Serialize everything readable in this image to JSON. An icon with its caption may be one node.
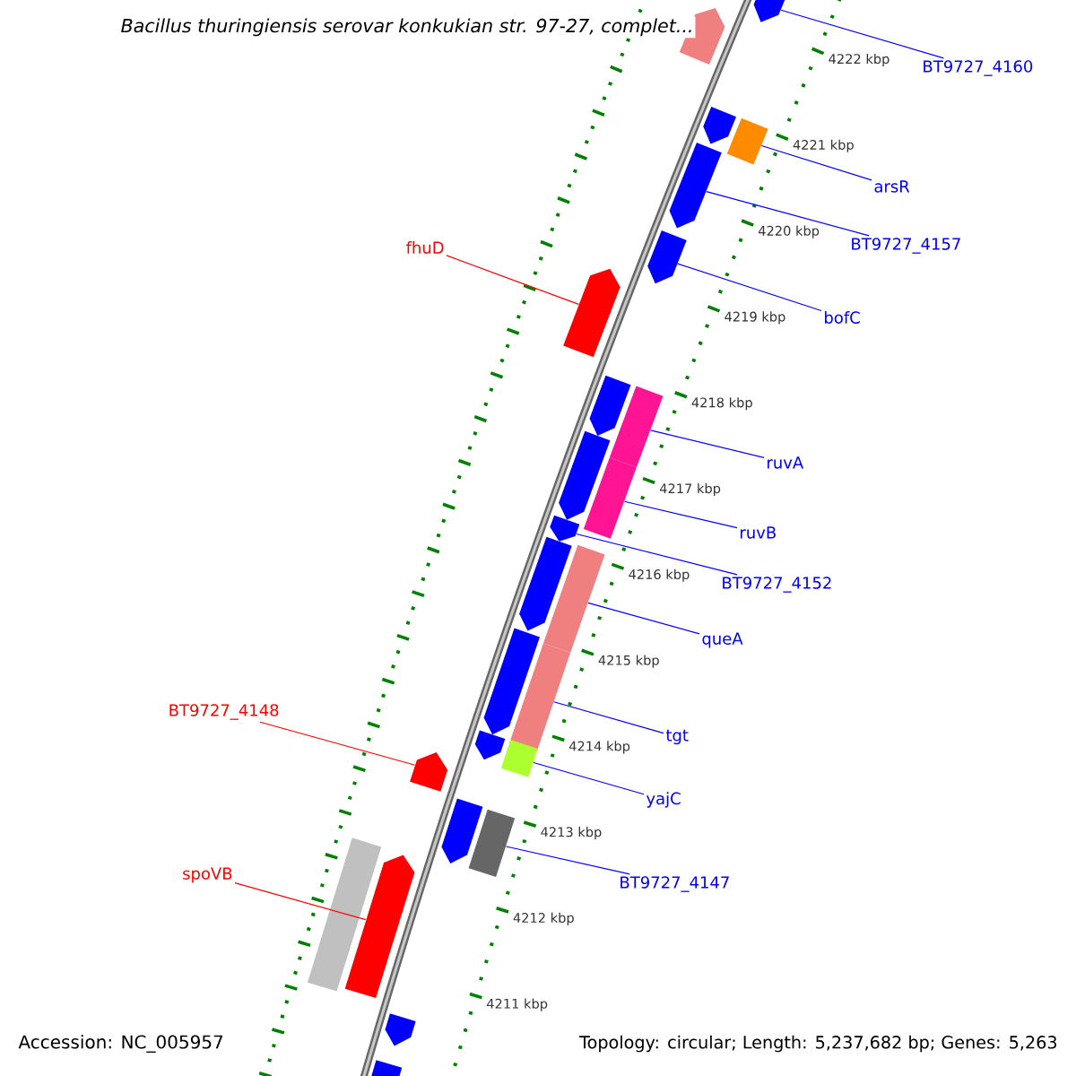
{
  "diagram": {
    "title": "Bacillus thuringiensis serovar konkukian str. 97-27, complet...",
    "nodes": [
      {
        "text": [
          "BT9727_4160"
        ]
      },
      {
        "text": [
          "arsR"
        ]
      },
      {
        "text": [
          "BT9727_4157"
        ]
      },
      {
        "text": [
          "bofC"
        ]
      },
      {
        "text": [
          "fhuD"
        ]
      },
      {
        "text": [
          "ruvA"
        ]
      },
      {
        "text": [
          "ruvB"
        ]
      },
      {
        "text": [
          "BT9727_4152"
        ]
      },
      {
        "text": [
          "queA"
        ]
      },
      {
        "text": [
          "tgt"
        ]
      },
      {
        "text": [
          "BT9727_4148"
        ]
      },
      {
        "text": [
          "yajC"
        ]
      },
      {
        "text": [
          "spoVB"
        ]
      },
      {
        "text": [
          "BT9727_4147"
        ]
      },
      {
        "text": [],
        "shape": "arrow"
      },
      {
        "text": [],
        "shape": "box"
      },
      {
        "text": [],
        "shape": "arrow"
      },
      {
        "text": [],
        "shape": "arrow"
      },
      {
        "text": [],
        "shape": "arrow"
      },
      {
        "text": [],
        "shape": "box"
      },
      {
        "text": [],
        "shape": "box"
      },
      {
        "text": [],
        "shape": "arrow"
      },
      {
        "text": [],
        "shape": "box"
      },
      {
        "text": [],
        "shape": "box"
      },
      {
        "text": [],
        "shape": "arrow"
      },
      {
        "text": [],
        "shape": "box"
      },
      {
        "text": [],
        "shape": "arrow"
      },
      {
        "text": [],
        "shape": "box"
      },
      {
        "text": [],
        "shape": "arrow"
      },
      {
        "text": [],
        "shape": "arrow"
      },
      {
        "text": [],
        "shape": "arrow"
      },
      {
        "text": [],
        "shape": "arrow"
      },
      {
        "text": [],
        "shape": "arrow"
      },
      {
        "text": [],
        "shape": "arrow"
      },
      {
        "text": [],
        "shape": "arrow"
      },
      {
        "text": [],
        "shape": "arrow"
      },
      {
        "text": [],
        "shape": "arrow"
      },
      {
        "text": [],
        "shape": "box"
      },
      {
        "text": [],
        "shape": "arrow"
      }
    ],
    "edges": [
      {
        "from": 0,
        "to": 14,
        "arrow": "none"
      },
      {
        "from": 1,
        "to": 15,
        "arrow": "none"
      },
      {
        "from": 2,
        "to": 16,
        "arrow": "none"
      },
      {
        "from": 3,
        "to": 17,
        "arrow": "none"
      },
      {
        "from": 4,
        "to": 18,
        "arrow": "none",
        "color": "#ff0000"
      },
      {
        "from": 5,
        "to": 19,
        "arrow": "none"
      },
      {
        "from": 6,
        "to": 20,
        "arrow": "none"
      },
      {
        "from": 7,
        "to": 21,
        "arrow": "none"
      },
      {
        "from": 8,
        "to": 22,
        "arrow": "none"
      },
      {
        "from": 9,
        "to": 23,
        "arrow": "none"
      },
      {
        "from": 10,
        "to": 24,
        "arrow": "none",
        "color": "#ff0000"
      },
      {
        "from": 11,
        "to": 25,
        "arrow": "none"
      },
      {
        "from": 12,
        "to": 26,
        "arrow": "none",
        "color": "#ff0000"
      },
      {
        "from": 13,
        "to": 27,
        "arrow": "none"
      }
    ],
    "labels": [
      "4222 kbp",
      "4221 kbp",
      "4220 kbp",
      "4219 kbp",
      "4218 kbp",
      "4217 kbp",
      "4216 kbp",
      "4215 kbp",
      "4214 kbp",
      "4213 kbp",
      "4212 kbp",
      "4211 kbp",
      "Accession: NC_005957",
      "Topology: circular; Length: 5,237,682 bp; Genes: 5,263"
    ]
  }
}
